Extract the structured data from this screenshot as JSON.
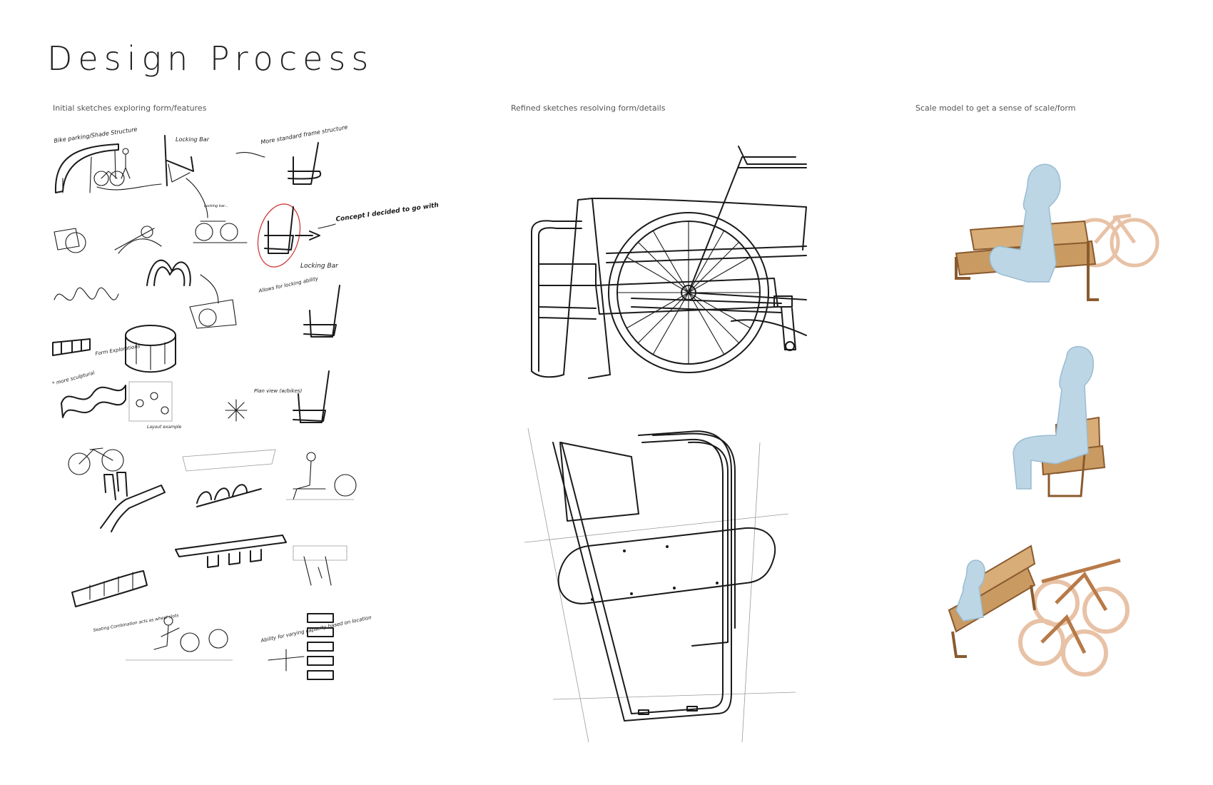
{
  "page": {
    "title": "Design Process"
  },
  "sections": [
    {
      "caption": "Initial sketches exploring form/features"
    },
    {
      "caption": "Refined sketches resolving form/details"
    },
    {
      "caption": "Scale model to get a sense of scale/form"
    }
  ],
  "sketch_notes": {
    "bike_parking": "Bike parking/Shade Structure",
    "locking_bar_top": "Locking Bar",
    "more_standard": "More standard frame structure",
    "concept": "Concept I decided to go with",
    "locking_bar": "Locking Bar",
    "allows_locking": "Allows for locking ability",
    "form_exploration": "Form Explorations",
    "more_sculptural": "* more sculptural",
    "plan_view": "Plan view (w/bikes)",
    "layout_example": "Layout example",
    "seating_combination": "Seating Combination acts as wheel slots",
    "ability_varying": "Ability for varying capacity based on location"
  },
  "colors": {
    "ink": "#1a1a1a",
    "concept_circle": "#d23a3a",
    "wood": "#c99a62",
    "wood_dark": "#8a5a2e",
    "foam": "#bcd6e6",
    "acrylic": "#e8c2a6"
  }
}
